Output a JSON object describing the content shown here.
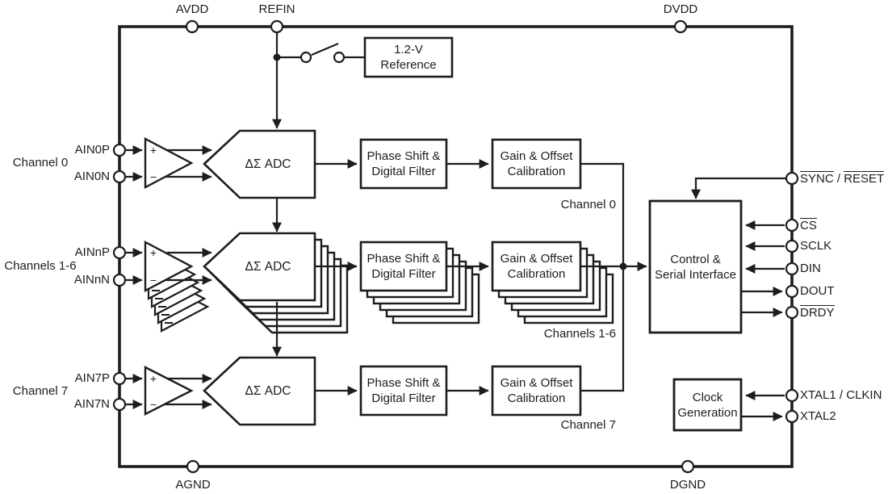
{
  "pins": {
    "top": [
      {
        "label": "AVDD"
      },
      {
        "label": "REFIN"
      },
      {
        "label": "DVDD"
      }
    ],
    "bottom": [
      {
        "label": "AGND"
      },
      {
        "label": "DGND"
      }
    ],
    "left": [
      {
        "label": "AIN0P"
      },
      {
        "label": "AIN0N"
      },
      {
        "label": "AINnP"
      },
      {
        "label": "AINnN"
      },
      {
        "label": "AIN7P"
      },
      {
        "label": "AIN7N"
      }
    ],
    "right": [
      {
        "name": "sync-reset",
        "segments": [
          {
            "text": "SYNC",
            "overline": true
          },
          {
            "text": " / ",
            "overline": false
          },
          {
            "text": "RESET",
            "overline": true
          }
        ]
      },
      {
        "name": "cs",
        "segments": [
          {
            "text": "CS",
            "overline": true
          }
        ]
      },
      {
        "name": "sclk",
        "segments": [
          {
            "text": "SCLK",
            "overline": false
          }
        ]
      },
      {
        "name": "din",
        "segments": [
          {
            "text": "DIN",
            "overline": false
          }
        ]
      },
      {
        "name": "dout",
        "segments": [
          {
            "text": "DOUT",
            "overline": false
          }
        ]
      },
      {
        "name": "drdy",
        "segments": [
          {
            "text": "DRDY",
            "overline": true
          }
        ]
      },
      {
        "name": "xtal1-clkin",
        "segments": [
          {
            "text": "XTAL1 / CLKIN",
            "overline": false
          }
        ]
      },
      {
        "name": "xtal2",
        "segments": [
          {
            "text": "XTAL2",
            "overline": false
          }
        ]
      }
    ]
  },
  "channel_groups": [
    {
      "label": "Channel 0"
    },
    {
      "label": "Channels 1-6"
    },
    {
      "label": "Channel 7"
    }
  ],
  "row_captions": [
    {
      "label": "Channel 0"
    },
    {
      "label": "Channels 1-6"
    },
    {
      "label": "Channel 7"
    }
  ],
  "blocks": {
    "reference": {
      "line1": "1.2-V",
      "line2": "Reference"
    },
    "adc": {
      "label": "ΔΣ ADC"
    },
    "phase": {
      "line1": "Phase Shift &",
      "line2": "Digital Filter"
    },
    "gain": {
      "line1": "Gain & Offset",
      "line2": "Calibration"
    },
    "control": {
      "line1": "Control &",
      "line2": "Serial Interface"
    },
    "clock": {
      "line1": "Clock",
      "line2": "Generation"
    }
  },
  "amp": {
    "plus": "+",
    "minus": "−"
  },
  "colors": {
    "line": "#1d1d1d",
    "text": "#1d1d1d",
    "background": "#ffffff"
  }
}
